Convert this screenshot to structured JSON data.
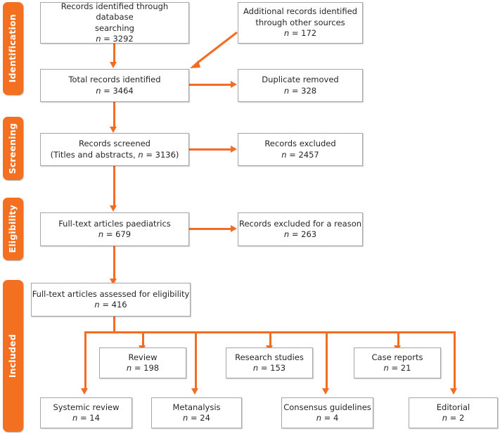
{
  "diagram": {
    "title": "PRISMA study selection flow diagram",
    "accent_color": "#F37021",
    "box_border_color": "#A6A6A6",
    "text_color": "#262626"
  },
  "stages": [
    {
      "id": "identification",
      "label": "Identification"
    },
    {
      "id": "screening",
      "label": "Screening"
    },
    {
      "id": "eligibility",
      "label": "Eligibility"
    },
    {
      "id": "included",
      "label": "Included"
    }
  ],
  "nodes": {
    "db_search": {
      "line1": "Records identified through database",
      "line2": "searching",
      "count": "n = 3292"
    },
    "other_sources": {
      "line1": "Additional records identified",
      "line2": "through other sources",
      "count": "n = 172"
    },
    "total_records": {
      "line1": "Total records identified",
      "count": "n = 3464"
    },
    "duplicates": {
      "line1": "Duplicate removed",
      "count": "n = 328"
    },
    "screened": {
      "line1": "Records screened",
      "line2": "(Titles and abstracts, n = 3136)"
    },
    "excluded": {
      "line1": "Records excluded",
      "count": "n = 2457"
    },
    "fulltext_paed": {
      "line1": "Full-text articles paediatrics",
      "count": "n = 679"
    },
    "excluded_reason": {
      "line1": "Records excluded for a reason",
      "count": "n = 263"
    },
    "assessed": {
      "line1": "Full-text articles assessed for eligibility",
      "count": "n = 416"
    },
    "review": {
      "line1": "Review",
      "count": "n = 198"
    },
    "research_studies": {
      "line1": "Research studies",
      "count": "n = 153"
    },
    "case_reports": {
      "line1": "Case reports",
      "count": "n = 21"
    },
    "systemic_review": {
      "line1": "Systemic review",
      "count": "n = 14"
    },
    "metanalysis": {
      "line1": "Metanalysis",
      "count": "n = 24"
    },
    "consensus": {
      "line1": "Consensus guidelines",
      "count": "n = 4"
    },
    "editorial": {
      "line1": "Editorial",
      "count": "n = 2"
    }
  },
  "chart_data": {
    "type": "diagram",
    "title": "PRISMA flow of study selection",
    "stages": [
      "Identification",
      "Screening",
      "Eligibility",
      "Included"
    ],
    "flow": [
      {
        "stage": "Identification",
        "label": "Records identified through database searching",
        "n": 3292
      },
      {
        "stage": "Identification",
        "label": "Additional records identified through other sources",
        "n": 172
      },
      {
        "stage": "Identification",
        "label": "Total records identified",
        "n": 3464
      },
      {
        "stage": "Identification",
        "label": "Duplicate removed",
        "n": 328
      },
      {
        "stage": "Screening",
        "label": "Records screened (Titles and abstracts)",
        "n": 3136
      },
      {
        "stage": "Screening",
        "label": "Records excluded",
        "n": 2457
      },
      {
        "stage": "Eligibility",
        "label": "Full-text articles paediatrics",
        "n": 679
      },
      {
        "stage": "Eligibility",
        "label": "Records excluded for a reason",
        "n": 263
      },
      {
        "stage": "Included",
        "label": "Full-text articles assessed for eligibility",
        "n": 416
      },
      {
        "stage": "Included",
        "label": "Review",
        "n": 198
      },
      {
        "stage": "Included",
        "label": "Research studies",
        "n": 153
      },
      {
        "stage": "Included",
        "label": "Case reports",
        "n": 21
      },
      {
        "stage": "Included",
        "label": "Systemic review",
        "n": 14
      },
      {
        "stage": "Included",
        "label": "Metanalysis",
        "n": 24
      },
      {
        "stage": "Included",
        "label": "Consensus guidelines",
        "n": 4
      },
      {
        "stage": "Included",
        "label": "Editorial",
        "n": 2
      }
    ]
  }
}
